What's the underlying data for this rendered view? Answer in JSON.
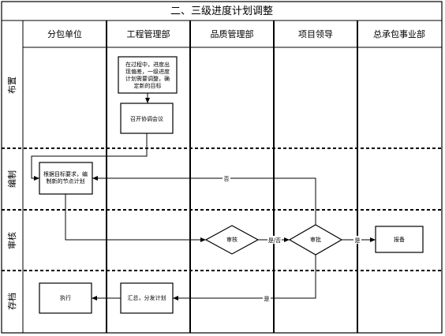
{
  "title": "二、三级进度计划调整",
  "columns": [
    {
      "label": "分包单位"
    },
    {
      "label": "工程管理部"
    },
    {
      "label": "品质管理部"
    },
    {
      "label": "项目领导"
    },
    {
      "label": "总承包事业部"
    }
  ],
  "rows": [
    {
      "label": "布置"
    },
    {
      "label": "编制"
    },
    {
      "label": "审核"
    },
    {
      "label": "存档"
    }
  ],
  "nodes": {
    "deviation": {
      "lines": [
        "在过程中，进度出",
        "现偏差，一级进度",
        "计划需要调整，确",
        "定新的目标"
      ]
    },
    "meeting": {
      "lines": [
        "召开协调会议"
      ]
    },
    "compile": {
      "lines": [
        "根据目标要求，编",
        "制新的节点计划"
      ]
    },
    "review": {
      "lines": [
        "审核"
      ]
    },
    "approve": {
      "lines": [
        "审批"
      ]
    },
    "file": {
      "lines": [
        "报备"
      ]
    },
    "summarize": {
      "lines": [
        "汇总，分发计划"
      ]
    },
    "execute": {
      "lines": [
        "执行"
      ]
    }
  },
  "edge_labels": {
    "reject": "否",
    "review_pass": "是/否",
    "approve_to_file": "是",
    "approve_to_summarize": "是"
  },
  "colors": {
    "line": "#000000",
    "background": "#ffffff"
  }
}
